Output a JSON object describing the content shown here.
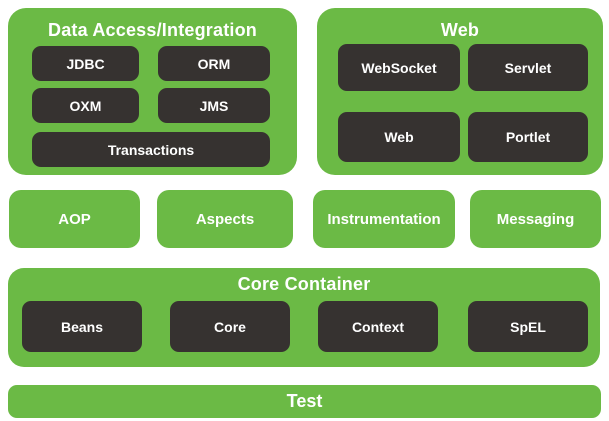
{
  "colors": {
    "panel_green": "#6bba45",
    "module_dark": "#363230",
    "text_white": "#ffffff",
    "background": "#ffffff"
  },
  "diagram": {
    "data_access": {
      "title": "Data Access/Integration",
      "modules": [
        "JDBC",
        "ORM",
        "OXM",
        "JMS",
        "Transactions"
      ]
    },
    "web": {
      "title": "Web",
      "modules": [
        "WebSocket",
        "Servlet",
        "Web",
        "Portlet"
      ]
    },
    "middle": {
      "modules": [
        "AOP",
        "Aspects",
        "Instrumentation",
        "Messaging"
      ]
    },
    "core": {
      "title": "Core Container",
      "modules": [
        "Beans",
        "Core",
        "Context",
        "SpEL"
      ]
    },
    "test": {
      "title": "Test"
    }
  }
}
